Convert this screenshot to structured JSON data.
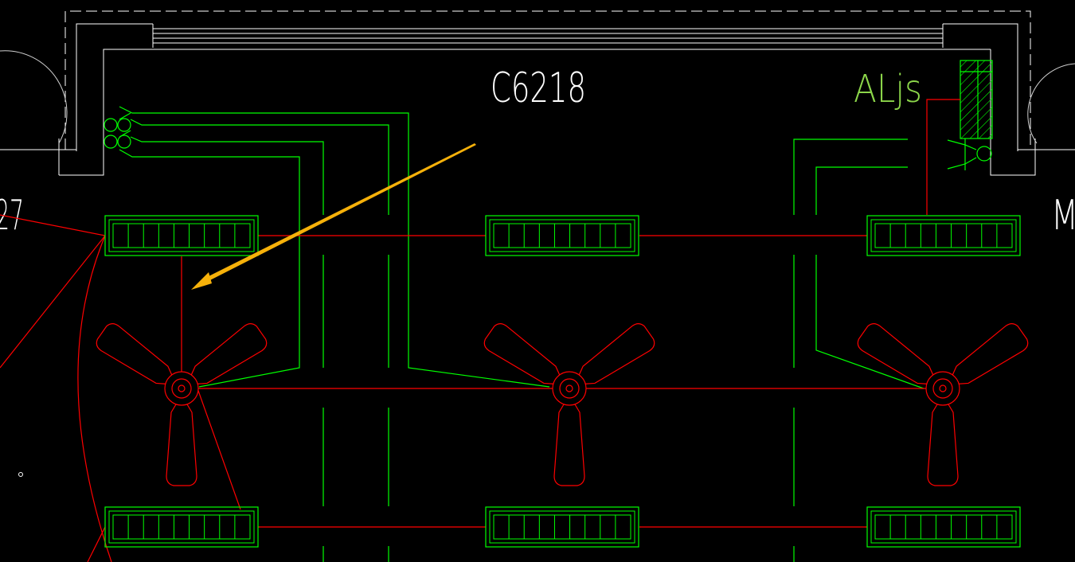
{
  "labels": {
    "room_code": "C6218",
    "panel_code": "ALjs",
    "left_edge_text": "27",
    "right_edge_text": "M"
  },
  "colors": {
    "background": "#000000",
    "wall": "#ffffff",
    "circuit": "#00ff00",
    "wiring": "#ff0000",
    "annotation_arrow": "#f6b10a"
  },
  "light_fixtures": [
    {
      "name": "light-fixture-top-left"
    },
    {
      "name": "light-fixture-top-center"
    },
    {
      "name": "light-fixture-top-right"
    },
    {
      "name": "light-fixture-bottom-left"
    },
    {
      "name": "light-fixture-bottom-center"
    },
    {
      "name": "light-fixture-bottom-right"
    }
  ],
  "ceiling_fans": [
    {
      "name": "ceiling-fan-left"
    },
    {
      "name": "ceiling-fan-center"
    },
    {
      "name": "ceiling-fan-right"
    }
  ]
}
